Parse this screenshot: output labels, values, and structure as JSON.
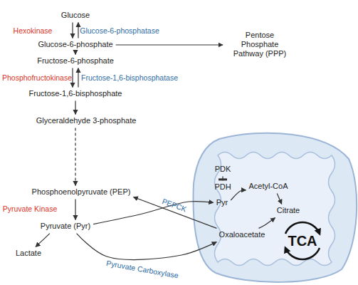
{
  "diagram": {
    "nodes": [
      {
        "text": [
          "Glucose"
        ]
      },
      {
        "text": [
          "Glucose-6-phosphate"
        ]
      },
      {
        "text": [
          "Pentose Phosphate Pathway (PPP)"
        ]
      },
      {
        "text": [
          "Fructose-6-phosphate"
        ]
      },
      {
        "text": [
          "Fructose-1,6-bisphosphate"
        ]
      },
      {
        "text": [
          "Glyceraldehyde 3-phosphate"
        ]
      },
      {
        "text": [
          "Phosphoenolpyruvate (PEP)"
        ]
      },
      {
        "text": [
          "Pyruvate (Pyr)"
        ]
      },
      {
        "text": [
          "Lactate"
        ]
      },
      {
        "text": []
      },
      {
        "text": [
          "PDK"
        ],
        "in": 9
      },
      {
        "text": [
          "PDH"
        ],
        "in": 9
      },
      {
        "text": [
          "Acetyl-CoA"
        ],
        "in": 9
      },
      {
        "text": [
          "Pyr"
        ],
        "in": 9
      },
      {
        "text": [
          "Citrate"
        ],
        "in": 9
      },
      {
        "text": [
          "Oxaloacetate"
        ],
        "in": 9
      }
    ],
    "edges": [
      {
        "from": 0,
        "to": 1,
        "arrow": "to",
        "label": "Hexokinase"
      },
      {
        "from": 1,
        "to": 0,
        "arrow": "to",
        "label": "Glucose-6-phosphatase"
      },
      {
        "from": 1,
        "to": 2,
        "arrow": "to"
      },
      {
        "from": 1,
        "to": 3,
        "arrow": "to"
      },
      {
        "from": 3,
        "to": 4,
        "arrow": "to",
        "label": "Phosphofructokinase"
      },
      {
        "from": 4,
        "to": 3,
        "arrow": "to",
        "label": "Fructose-1,6-bisphosphatase"
      },
      {
        "from": 4,
        "to": 5,
        "arrow": "to"
      },
      {
        "from": 5,
        "to": 6,
        "arrow": "to"
      },
      {
        "from": 6,
        "to": 7,
        "arrow": "to",
        "label": "Pyruvate Kinase"
      },
      {
        "from": 7,
        "to": 8,
        "arrow": "to"
      },
      {
        "from": 7,
        "to": 13,
        "arrow": "to"
      },
      {
        "from": 7,
        "to": 15,
        "arrow": "to",
        "label": "Pyruvate Carboxylase"
      },
      {
        "from": 15,
        "to": 6,
        "arrow": "to",
        "label": "PEPCK"
      },
      {
        "from": 10,
        "to": 11,
        "arrow": "to"
      },
      {
        "from": 13,
        "to": 12,
        "arrow": "to"
      },
      {
        "from": 12,
        "to": 14,
        "arrow": "to"
      },
      {
        "from": 15,
        "to": 14,
        "arrow": "to"
      }
    ],
    "labels": [
      "TCA"
    ]
  }
}
